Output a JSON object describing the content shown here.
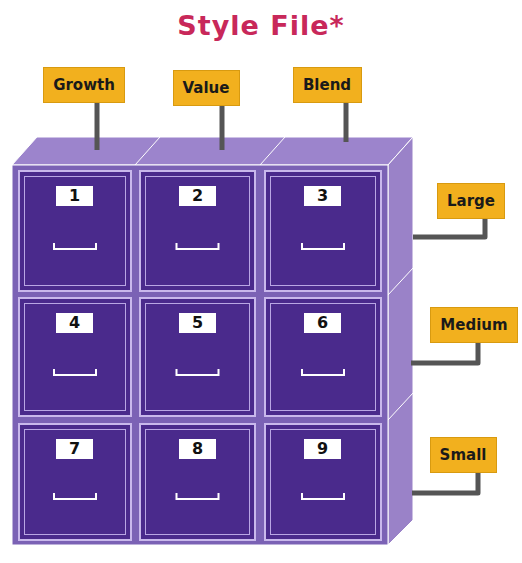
{
  "diagram": {
    "title": "Style File*",
    "nodes": [
      {
        "text": [
          "Growth"
        ]
      },
      {
        "text": [
          "Value"
        ]
      },
      {
        "text": [
          "Blend"
        ]
      },
      {
        "text": [
          "1"
        ]
      },
      {
        "text": [
          "2"
        ]
      },
      {
        "text": [
          "3"
        ]
      },
      {
        "text": [
          "Large"
        ]
      },
      {
        "text": [
          "4"
        ]
      },
      {
        "text": [
          "5"
        ]
      },
      {
        "text": [
          "6"
        ]
      },
      {
        "text": [
          "Medium"
        ]
      },
      {
        "text": [
          "7"
        ]
      },
      {
        "text": [
          "8"
        ]
      },
      {
        "text": [
          "9"
        ]
      },
      {
        "text": [
          "Small"
        ]
      }
    ]
  }
}
